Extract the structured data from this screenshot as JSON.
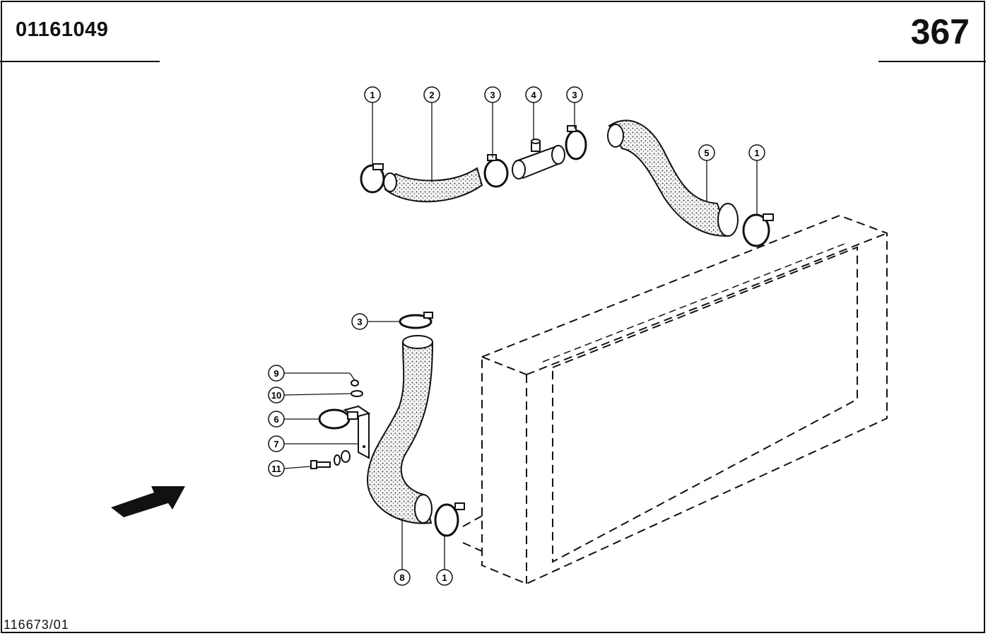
{
  "header": {
    "doc_number": "01161049",
    "page_number": "367"
  },
  "footer": {
    "reference": "116673/01"
  },
  "callouts": [
    {
      "id": "c1a",
      "label": "1"
    },
    {
      "id": "c2",
      "label": "2"
    },
    {
      "id": "c3a",
      "label": "3"
    },
    {
      "id": "c4",
      "label": "4"
    },
    {
      "id": "c3b",
      "label": "3"
    },
    {
      "id": "c5",
      "label": "5"
    },
    {
      "id": "c1b",
      "label": "1"
    },
    {
      "id": "c3c",
      "label": "3"
    },
    {
      "id": "c9",
      "label": "9"
    },
    {
      "id": "c10",
      "label": "10"
    },
    {
      "id": "c6",
      "label": "6"
    },
    {
      "id": "c7",
      "label": "7"
    },
    {
      "id": "c11",
      "label": "11"
    },
    {
      "id": "c8",
      "label": "8"
    },
    {
      "id": "c1c",
      "label": "1"
    }
  ]
}
